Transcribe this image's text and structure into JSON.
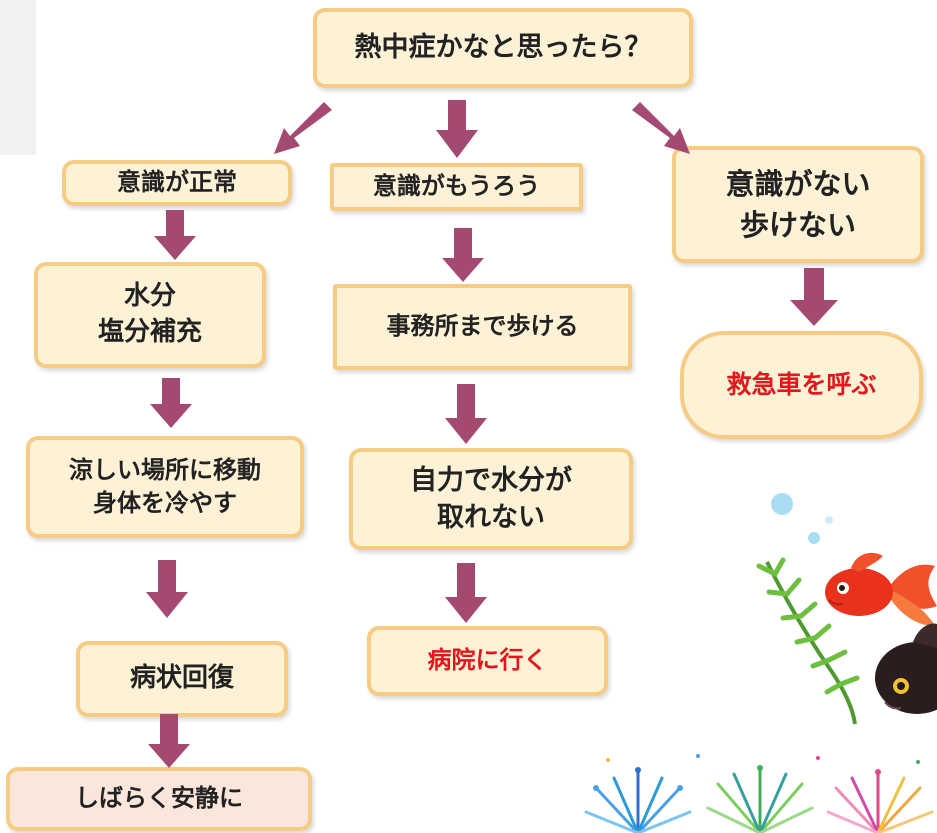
{
  "flowchart": {
    "start": "熱中症かなと思ったら？",
    "left": {
      "heading": "意識が正常",
      "step1": "水分\n塩分補充",
      "step2": "涼しい場所に移動\n身体を冷やす",
      "step3": "病状回復",
      "step4": "しばらく安静に"
    },
    "middle": {
      "heading": "意識がもうろう",
      "step1": "事務所まで歩ける",
      "step2": "自力で水分が\n取れない",
      "step3": "病院に行く"
    },
    "right": {
      "heading": "意識がない\n歩けない",
      "step1": "救急車を呼ぶ"
    }
  },
  "colors": {
    "box_fill": "#fdf2d6",
    "box_border": "#f6cc84",
    "arrow": "#a44a72",
    "alert_text": "#e0181e"
  },
  "illustrations": [
    "goldfish-illustration",
    "fireworks-illustration"
  ]
}
